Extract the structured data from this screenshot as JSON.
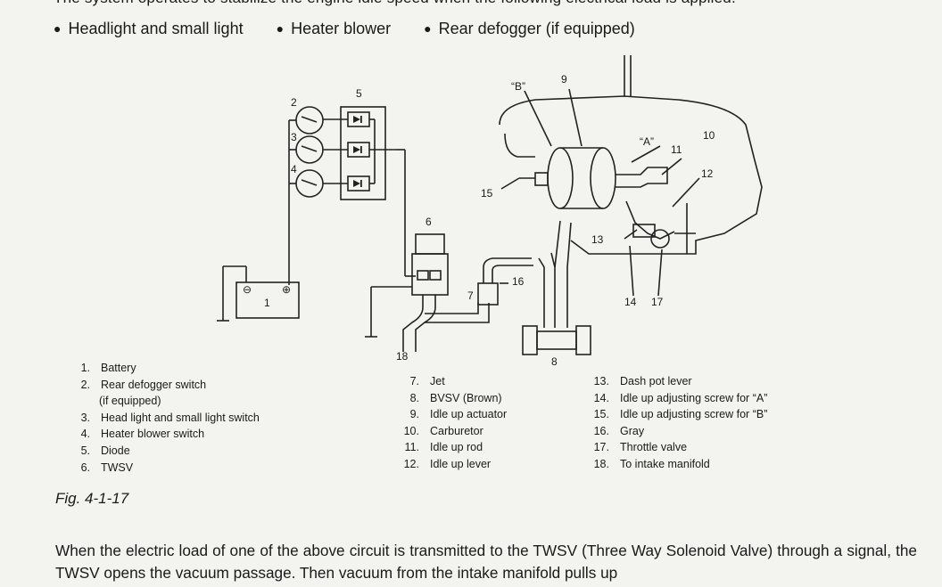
{
  "top_cut_text": "The system operates to stabilize the engine idle speed when the following electrical load is applied.",
  "bullets": [
    "Headlight and small light",
    "Heater blower",
    "Rear defogger (if equipped)"
  ],
  "diagram_labels": {
    "n1": "1",
    "n2": "2",
    "n3": "3",
    "n4": "4",
    "n5": "5",
    "n6": "6",
    "n7": "7",
    "n8": "8",
    "n9": "9",
    "n10": "10",
    "n11": "11",
    "n12": "12",
    "n13": "13",
    "n14": "14",
    "n15": "15",
    "n16": "16",
    "n17": "17",
    "n18": "18",
    "b": "“B”",
    "a": "“A”",
    "minus": "⊖",
    "plus": "⊕"
  },
  "legend_col1": [
    {
      "num": "1.",
      "text": "Battery"
    },
    {
      "num": "2.",
      "text": "Rear defogger switch",
      "cont": "(if equipped)"
    },
    {
      "num": "3.",
      "text": "Head light and small light switch"
    },
    {
      "num": "4.",
      "text": "Heater blower switch"
    },
    {
      "num": "5.",
      "text": "Diode"
    },
    {
      "num": "6.",
      "text": "TWSV"
    }
  ],
  "legend_col2": [
    {
      "num": "7.",
      "text": "Jet"
    },
    {
      "num": "8.",
      "text": "BVSV (Brown)"
    },
    {
      "num": "9.",
      "text": "Idle up actuator"
    },
    {
      "num": "10.",
      "text": "Carburetor"
    },
    {
      "num": "11.",
      "text": "Idle up rod"
    },
    {
      "num": "12.",
      "text": "Idle up lever"
    }
  ],
  "legend_col3": [
    {
      "num": "13.",
      "text": "Dash pot lever"
    },
    {
      "num": "14.",
      "text": "Idle up adjusting screw for “A”"
    },
    {
      "num": "15.",
      "text": "Idle up adjusting screw for “B”"
    },
    {
      "num": "16.",
      "text": "Gray"
    },
    {
      "num": "17.",
      "text": "Throttle valve"
    },
    {
      "num": "18.",
      "text": "To intake manifold"
    }
  ],
  "figure_caption": "Fig. 4-1-17",
  "paragraph": "When the electric load of one of the above circuit is transmitted to the TWSV (Three Way Solenoid Valve) through a signal, the TWSV opens the vacuum passage. Then vacuum from the intake manifold pulls up"
}
